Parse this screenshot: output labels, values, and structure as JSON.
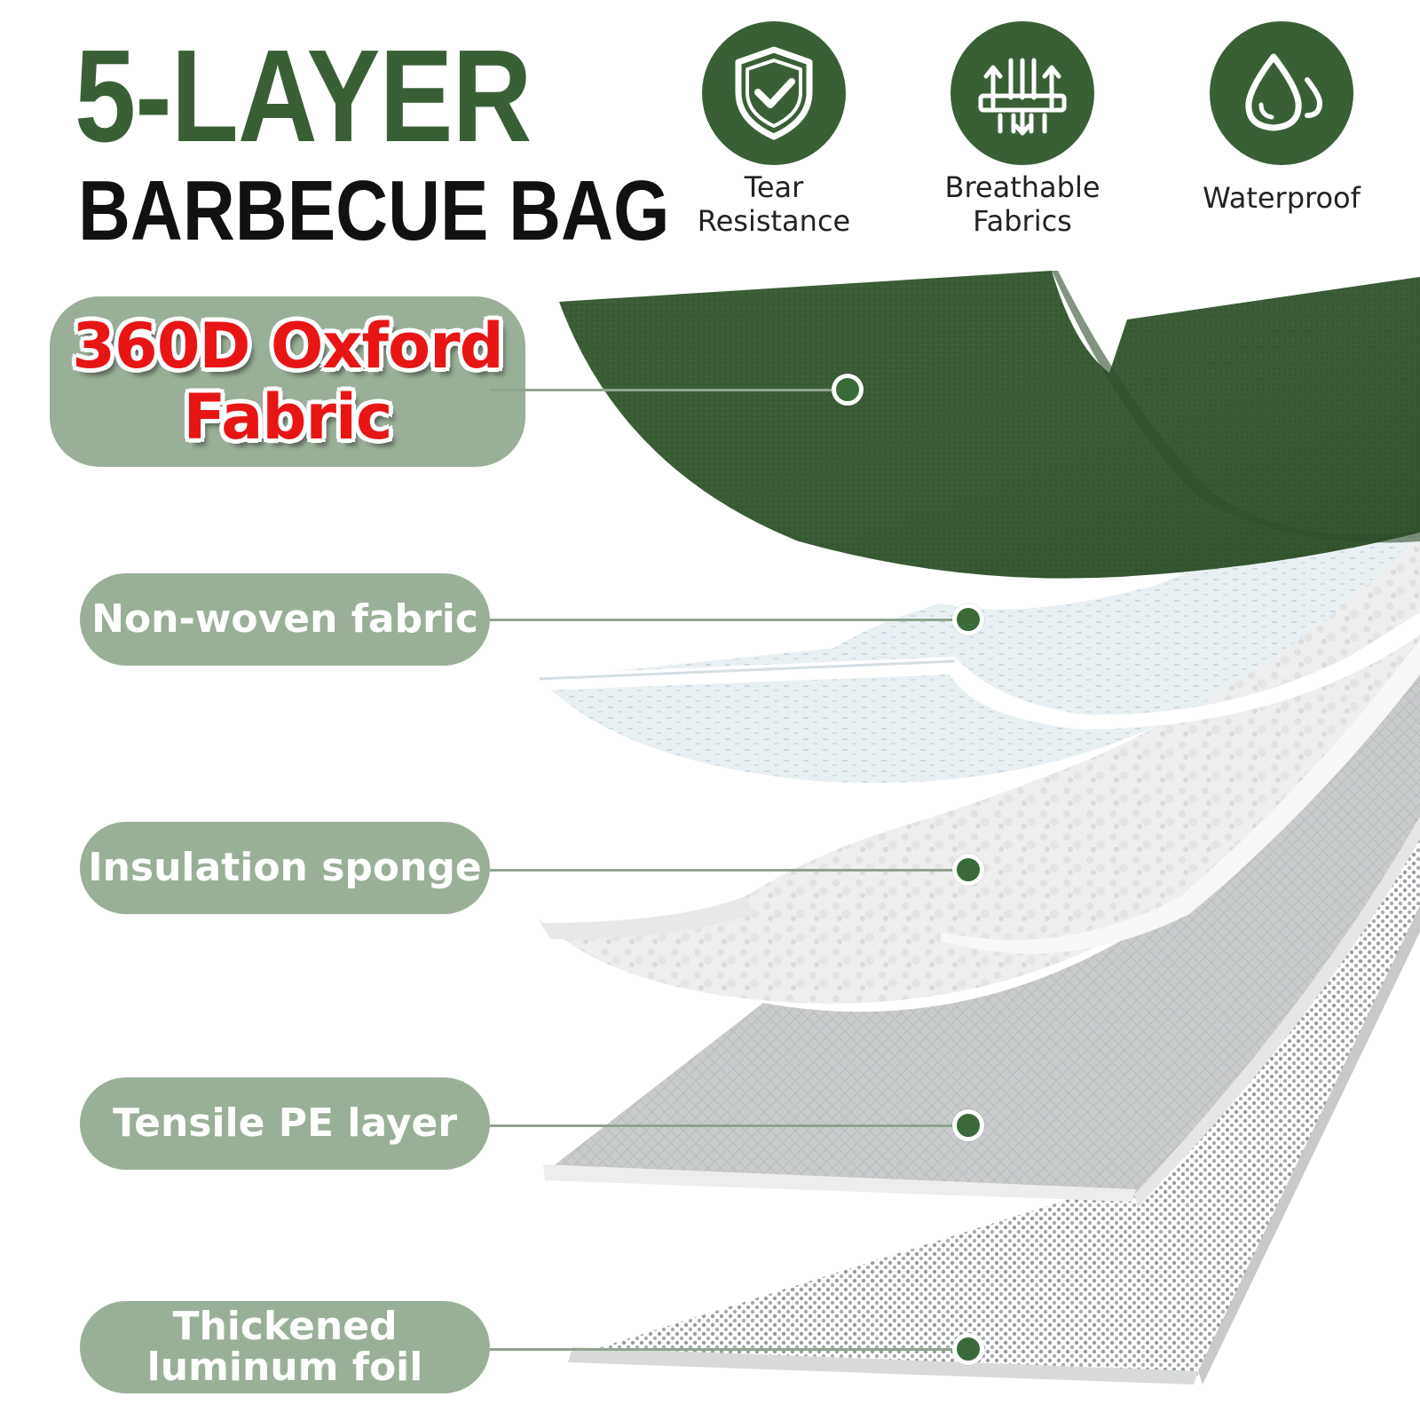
{
  "header": {
    "title_line1": "5-LAYER",
    "title_line2": "BARBECUE BAG"
  },
  "features": [
    {
      "icon": "shield-check-icon",
      "label": "Tear\nResistance"
    },
    {
      "icon": "breathable-fabric-icon",
      "label": "Breathable\nFabrics"
    },
    {
      "icon": "water-drops-icon",
      "label": "Waterproof"
    }
  ],
  "layers": [
    {
      "label": "360D Oxford\nFabric",
      "highlight_color": "#e81515"
    },
    {
      "label": "Non-woven fabric"
    },
    {
      "label": "Insulation sponge"
    },
    {
      "label": "Tensile PE layer"
    },
    {
      "label": "Thickened\nluminum foil"
    }
  ],
  "colors": {
    "brand_green": "#3a5f37",
    "pill_green": "#9aaf98",
    "accent_red": "#e81515"
  }
}
